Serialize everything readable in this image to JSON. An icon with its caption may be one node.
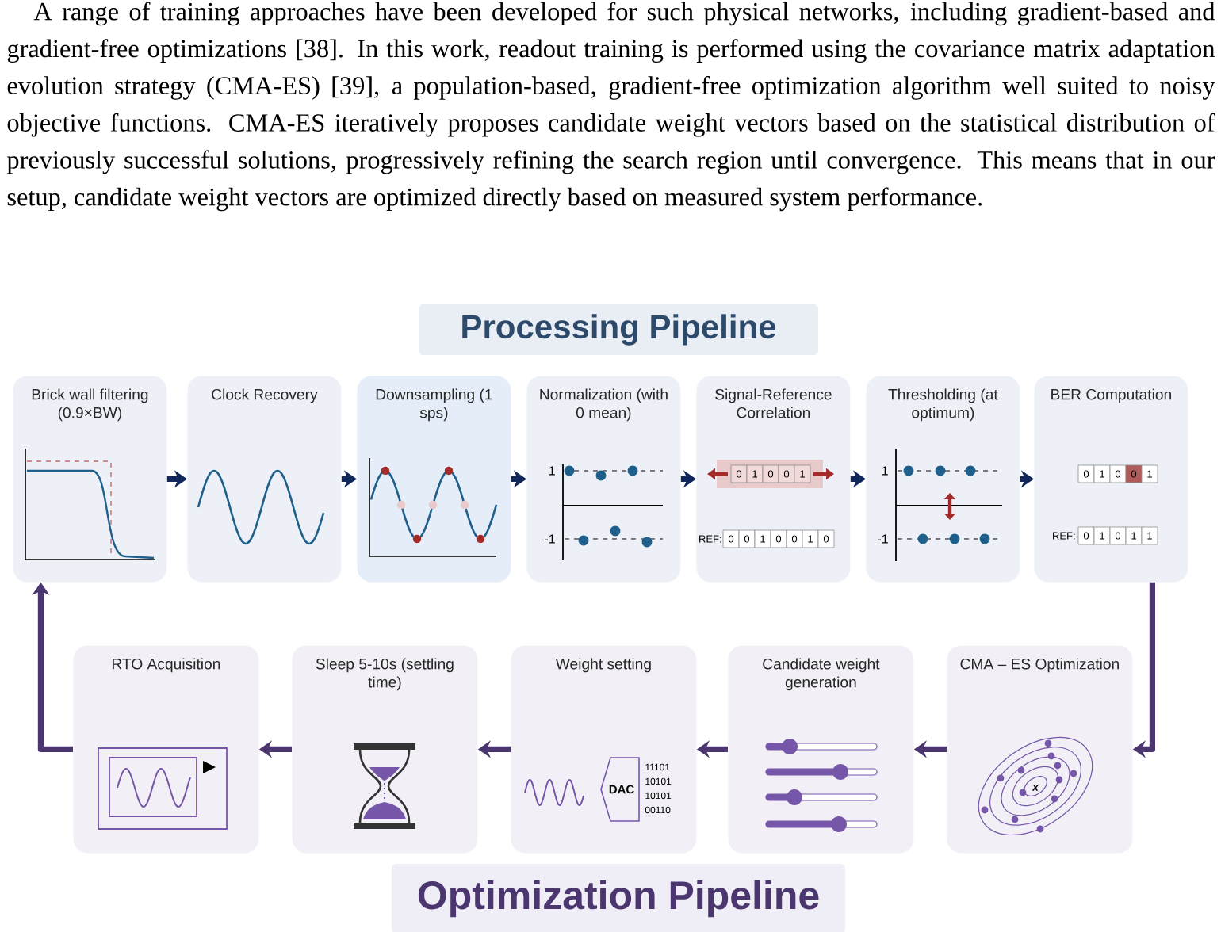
{
  "diagram": {
    "nodes": [
      {
        "text": [
          "Brick wall filtering (0.9×BW)"
        ]
      },
      {
        "text": [
          "Clock Recovery"
        ]
      },
      {
        "text": [
          "Downsampling (1 sps)"
        ]
      },
      {
        "text": [
          "Normalization (with 0 mean)"
        ]
      },
      {
        "text": [
          "Signal-Reference Correlation"
        ]
      },
      {
        "text": [
          "Thresholding (at optimum)"
        ]
      },
      {
        "text": [
          "BER Computation"
        ]
      },
      {
        "text": [
          "CMA – ES Optimization"
        ]
      },
      {
        "text": [
          "Candidate weight generation"
        ]
      },
      {
        "text": [
          "Weight setting"
        ]
      },
      {
        "text": [
          "Sleep 5-10s (settling time)"
        ]
      },
      {
        "text": [
          "RTO Acquisition"
        ]
      }
    ],
    "edges": [
      {
        "from": 0,
        "to": 1,
        "arrow": "to",
        "color": "#10275c"
      },
      {
        "from": 1,
        "to": 2,
        "arrow": "to",
        "color": "#10275c"
      },
      {
        "from": 2,
        "to": 3,
        "arrow": "to",
        "color": "#10275c"
      },
      {
        "from": 3,
        "to": 4,
        "arrow": "to",
        "color": "#10275c"
      },
      {
        "from": 4,
        "to": 5,
        "arrow": "to",
        "color": "#10275c"
      },
      {
        "from": 5,
        "to": 6,
        "arrow": "to",
        "color": "#10275c"
      },
      {
        "from": 6,
        "to": 7,
        "arrow": "to"
      },
      {
        "from": 7,
        "to": 8,
        "arrow": "to"
      },
      {
        "from": 8,
        "to": 9,
        "arrow": "to"
      },
      {
        "from": 9,
        "to": 10,
        "arrow": "to"
      },
      {
        "from": 10,
        "to": 11,
        "arrow": "to"
      },
      {
        "from": 11,
        "to": 0,
        "arrow": "to"
      }
    ],
    "labels": [
      "A range of training approaches have been developed for such physical networks, including gradient-based and gradient-free optimizations [38]. In this work, readout training is performed using the covariance matrix adaptation evolution strategy (CMA-ES) [39], a population-based, gradient-free optimization algorithm well suited to noisy objective functions. CMA-ES iteratively proposes candidate weight vectors based on the statistical distribution of previously successful solutions, progressively refining the search region until convergence. This means that in our setup, candidate weight vectors are optimized directly based on measured system performance.",
      "Processing Pipeline",
      "1",
      "-1",
      "0",
      "1",
      "0",
      "0",
      "1",
      "REF:",
      "0",
      "0",
      "1",
      "0",
      "0",
      "1",
      "0",
      "1",
      "-1",
      "0",
      "1",
      "0",
      "0",
      "1",
      "REF:",
      "0",
      "1",
      "0",
      "1",
      "1",
      "DAC",
      "11101",
      "10101",
      "10101",
      "00110",
      "x",
      "Optimization Pipeline"
    ]
  }
}
